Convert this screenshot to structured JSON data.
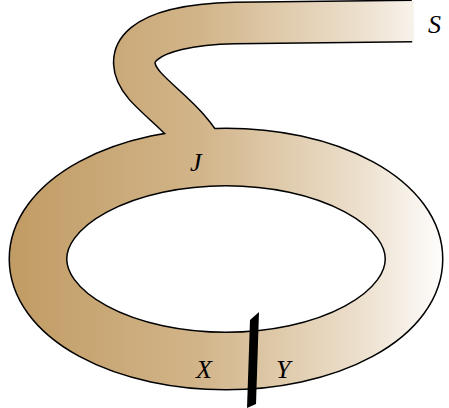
{
  "diagram": {
    "labels": [
      "S",
      "J",
      "X",
      "Y"
    ]
  }
}
